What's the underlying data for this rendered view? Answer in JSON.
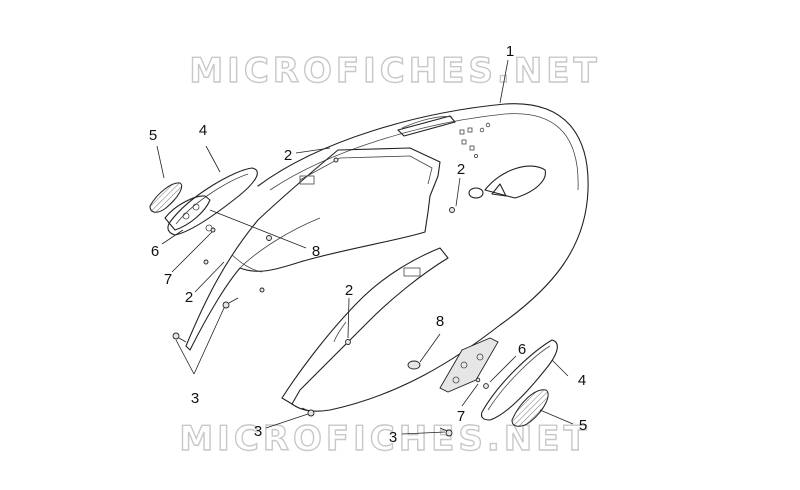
{
  "watermark": {
    "top": "MICROFICHES.NET",
    "bottom": "MICROFICHES.NET"
  },
  "callouts": {
    "c1": "1",
    "c2a": "2",
    "c2b": "2",
    "c2c": "2",
    "c2d": "2",
    "c3a": "3",
    "c3b": "3",
    "c3c": "3",
    "c4a": "4",
    "c4b": "4",
    "c5a": "5",
    "c5b": "5",
    "c6a": "6",
    "c6b": "6",
    "c7a": "7",
    "c7b": "7",
    "c8a": "8",
    "c8b": "8"
  }
}
